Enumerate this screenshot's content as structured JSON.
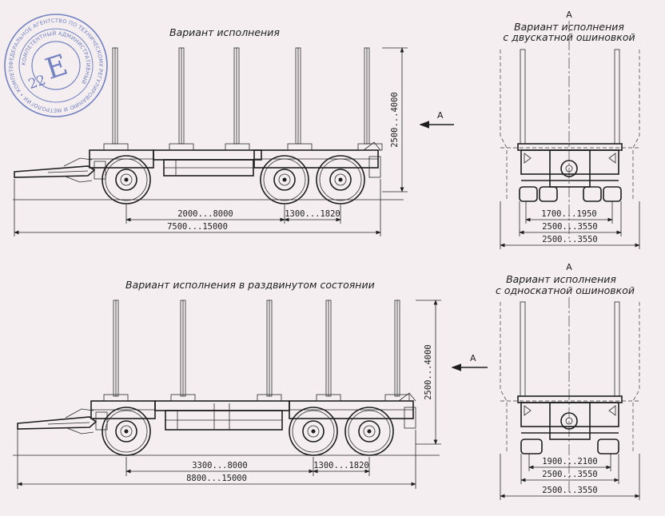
{
  "titles": {
    "top_main": "Вариант исполнения",
    "bottom_main": "Вариант исполнения в раздвинутом состоянии",
    "top_side_letter": "A",
    "top_side_line1": "Вариант исполнения",
    "top_side_line2": "с двускатной ошиновкой",
    "bottom_side_letter": "A",
    "bottom_side_line1": "Вариант исполнения",
    "bottom_side_line2": "с односкатной ошиновкой"
  },
  "view_markers": {
    "top": "A",
    "bottom": "A"
  },
  "dimensions": {
    "top_height": "2500...4000",
    "top_base": "2000...8000",
    "top_axle": "1300...1820",
    "top_length": "7500...15000",
    "top_track": "1700...1950",
    "top_width_inner": "2500...3550",
    "top_width_outer": "2500...3550",
    "bottom_height": "2500...4000",
    "bottom_base": "3300...8000",
    "bottom_axle": "1300...1820",
    "bottom_length": "8800...15000",
    "bottom_track": "1900...2100",
    "bottom_width_inner": "2500...3550",
    "bottom_width_outer": "2500...3550"
  },
  "stamp": {
    "ring_text": "ФЕДЕРАЛЬНОЕ АГЕНТСТВО ПО ТЕХНИЧЕСКОМУ РЕГУЛИРОВАНИЮ И МЕТРОЛОГИИ • КОМПЕТЕНТНЫЙ ОРГАН •",
    "inner_text": "КОМПЕТЕНТНЫЙ АДМИНИСТРАТИВНЫЙ",
    "letter": "E",
    "number": "22",
    "color": "#5d6fb8"
  }
}
